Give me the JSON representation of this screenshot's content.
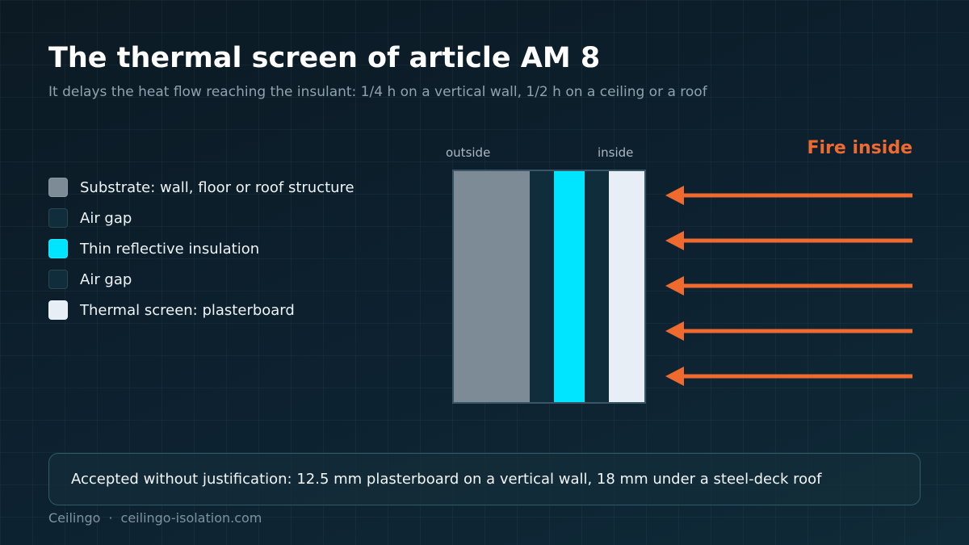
{
  "title": "The thermal screen of article AM 8",
  "subtitle": "It delays the heat flow reaching the insulant: 1/4 h on a vertical wall, 1/2 h on a ceiling or a roof",
  "legend": [
    {
      "label": "Substrate: wall, floor or roof structure",
      "color": "#7c8b96"
    },
    {
      "label": "Air gap",
      "color": "#0f2d3a"
    },
    {
      "label": "Thin reflective insulation",
      "color": "#00e5ff"
    },
    {
      "label": "Air gap",
      "color": "#0f2d3a"
    },
    {
      "label": "Thermal screen: plasterboard",
      "color": "#e8eef5"
    }
  ],
  "diagram": {
    "outside_label": "outside",
    "inside_label": "inside",
    "fire_label": "Fire inside",
    "arrow_color": "#ef6a2e",
    "arrow_count": 5
  },
  "note": "Accepted without justification: 12.5 mm plasterboard on a vertical wall, 18 mm under a steel-deck roof",
  "footer": {
    "brand": "Ceilingo",
    "separator": "·",
    "site": "ceilingo-isolation.com"
  }
}
